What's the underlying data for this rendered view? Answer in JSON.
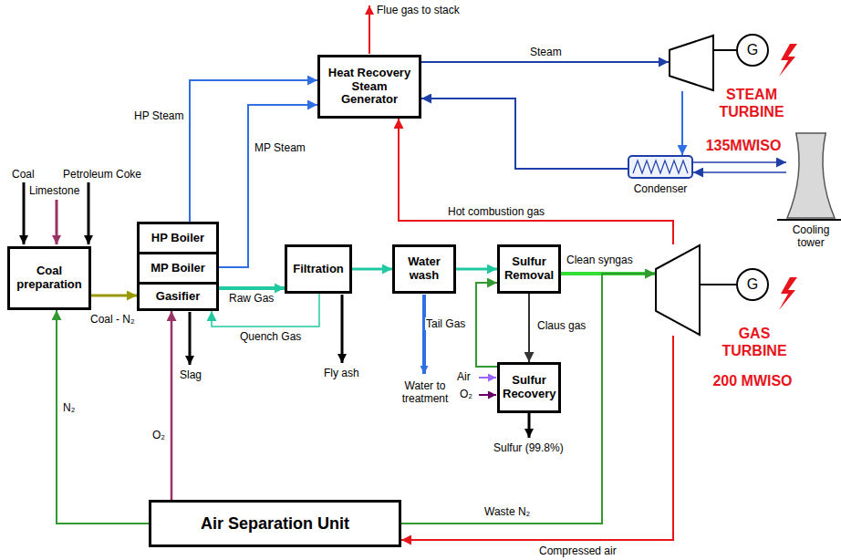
{
  "diagram": {
    "nodes": [
      {
        "text": [
          "Coal preparation"
        ]
      },
      {
        "text": [
          "HP Boiler"
        ]
      },
      {
        "text": [
          "MP Boiler"
        ]
      },
      {
        "text": [
          "Gasifier"
        ]
      },
      {
        "text": [
          "Filtration"
        ]
      },
      {
        "text": [
          "Water wash"
        ]
      },
      {
        "text": [
          "Sulfur Removal"
        ]
      },
      {
        "text": [
          "Sulfur Recovery"
        ]
      },
      {
        "text": [
          "Heat Recovery Steam Generator"
        ]
      },
      {
        "text": [
          "Air Separation Unit"
        ]
      },
      {
        "text": [
          "Condenser"
        ]
      },
      {
        "text": [
          "STEAM TURBINE",
          "135MWISO"
        ]
      },
      {
        "text": [
          "G"
        ]
      },
      {
        "text": [
          "GAS TURBINE",
          "200 MWISO"
        ]
      },
      {
        "text": [
          "G"
        ]
      },
      {
        "text": [
          "Cooling tower"
        ]
      }
    ],
    "edges": [
      {
        "from": 0,
        "to": 3,
        "arrow": "to",
        "label": "Coal - N₂"
      },
      {
        "from": 9,
        "to": 0,
        "arrow": "to",
        "label": "N₂"
      },
      {
        "from": 9,
        "to": 3,
        "arrow": "to",
        "label": "O₂"
      },
      {
        "from": 1,
        "to": 8,
        "arrow": "to",
        "label": "HP Steam"
      },
      {
        "from": 2,
        "to": 8,
        "arrow": "to",
        "label": "MP Steam"
      },
      {
        "from": 3,
        "to": 4,
        "arrow": "to",
        "label": "Raw Gas"
      },
      {
        "from": 4,
        "to": 3,
        "arrow": "to",
        "label": "Quench Gas"
      },
      {
        "from": 4,
        "to": 5,
        "arrow": "to"
      },
      {
        "from": 5,
        "to": 6,
        "arrow": "to"
      },
      {
        "from": 6,
        "to": 7,
        "arrow": "to",
        "label": "Claus gas"
      },
      {
        "from": 7,
        "to": 6,
        "arrow": "to",
        "label": "Tail Gas"
      },
      {
        "from": 6,
        "to": 13,
        "arrow": "to",
        "label": "Clean syngas"
      },
      {
        "from": 9,
        "to": 13,
        "arrow": "to",
        "label": "Waste N₂"
      },
      {
        "from": 13,
        "to": 8,
        "arrow": "to",
        "label": "Hot combustion gas"
      },
      {
        "from": 13,
        "to": 9,
        "arrow": "to",
        "label": "Compressed air"
      },
      {
        "from": 8,
        "to": 11,
        "arrow": "to",
        "label": "Steam"
      },
      {
        "from": 11,
        "to": 10,
        "arrow": "to"
      },
      {
        "from": 10,
        "to": 8,
        "arrow": "to"
      },
      {
        "from": 10,
        "to": 15,
        "arrow": "to"
      },
      {
        "from": 15,
        "to": 10,
        "arrow": "to"
      },
      {
        "from": 11,
        "to": 12,
        "arrow": "none"
      },
      {
        "from": 13,
        "to": 14,
        "arrow": "none"
      }
    ],
    "labels": [
      "Coal",
      "Limestone",
      "Petroleum Coke",
      "Slag",
      "Fly ash",
      "Water to treatment",
      "Air",
      "O₂",
      "Sulfur (99.8%)",
      "Flue gas to stack"
    ]
  }
}
